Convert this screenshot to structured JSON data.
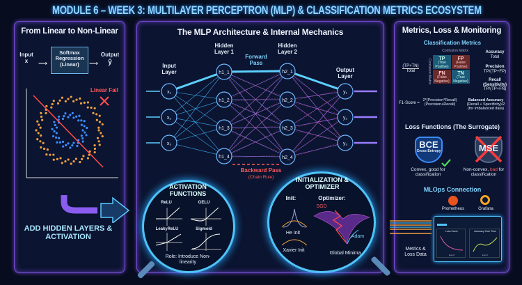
{
  "title": "MODULE 6 – WEEK 3: MULTILAYER PERCEPTRON (MLP) & CLASSIFICATION METRICS ECOSYSTEM",
  "left": {
    "title": "From Linear to Non-Linear",
    "input_label": "Input",
    "input_var": "x",
    "box": "Softmax Regression (Linear)",
    "output_label": "Output",
    "output_var": "ŷ",
    "fail": "Linear Fail",
    "cta": "ADD HIDDEN LAYERS & ACTIVATION"
  },
  "middle": {
    "title": "The MLP Architecture & Internal Mechanics",
    "input_layer": "Input Layer",
    "hidden1": "Hidden Layer 1",
    "hidden2": "Hidden Layer 2",
    "output_layer": "Output Layer",
    "forward": "Forward Pass",
    "backward": "Backward Pass",
    "backward_sub": "(Chain Rule)",
    "inputs": [
      "x₁",
      "x₂",
      "x₃"
    ],
    "h1": [
      "h1_1",
      "h1_2",
      "h1_3",
      "h1_4"
    ],
    "h2": [
      "h2_1",
      "h2_2",
      "h2_3",
      "h2_4"
    ],
    "outputs": [
      "y₁",
      "y₂",
      "y₃"
    ],
    "activation": {
      "title": "ACTIVATION FUNCTIONS",
      "fns": [
        "ReLU",
        "GELU",
        "LeakyReLU",
        "Sigmoid"
      ],
      "role": "Role: Introduce Non-linearity"
    },
    "optim": {
      "title": "INITIALIZATION & OPTIMIZER",
      "init": "Init:",
      "he": "He Init",
      "xavier": "Xavier Init",
      "optimizer": "Optimizer:",
      "sgd": "SGD",
      "adam": "Adam",
      "minima": "Global Minima"
    }
  },
  "right": {
    "title": "Metrics, Loss & Monitoring",
    "cm_title": "Classification Metrics",
    "cm_label": "Confusion Matrix",
    "cm_side": "Confusion Matrix",
    "cells": [
      {
        "abbr": "TP",
        "name": "(True Positive)"
      },
      {
        "abbr": "FP",
        "name": "(False Positive)"
      },
      {
        "abbr": "FN",
        "name": "(False Negative)"
      },
      {
        "abbr": "TN",
        "name": "(True Negative)"
      }
    ],
    "acc_left": "(TP+TN)",
    "acc_left_den": "Total",
    "accuracy": "Accuracy",
    "accuracy_den": "Total",
    "precision": "Precision",
    "precision_f": "TP/(TP+FP)",
    "recall": "Recall (Sensitivity)",
    "recall_f": "TP/(TP+FN)",
    "f1_label": "F1-Score =",
    "f1_num": "2*(Precision*Recall)",
    "f1_den": "(Precision+Recall)",
    "bal": "Balanced Accuracy",
    "bal_f": "(Recall + Specificity)/2",
    "bal_note": "(for imbalanced data)",
    "loss_title": "Loss Functions (The Surrogate)",
    "bce": "BCE",
    "bce_sub": "Cross-Entropy",
    "mse": "MSE",
    "bce_cap": "Convex, good for classification",
    "mse_cap_a": "Non-convex, ",
    "mse_cap_bad": "bad",
    "mse_cap_b": " for classification",
    "mlops": "MLOps Connection",
    "prometheus": "Prometheus",
    "grafana": "Grafana",
    "loss_curve": "Loss Curve",
    "acc_time": "Accuracy Over Time",
    "epoch": "Epoch",
    "data_label": "Metrics & Loss Data"
  },
  "colors": {
    "bg": "#070d1e",
    "panel_border": "#7a4fd6",
    "cyan": "#4fc3f7",
    "forward": "#3fb6ff",
    "backward": "#ff5a5a",
    "orange": "#f0a040",
    "blue": "#3b8cff"
  }
}
